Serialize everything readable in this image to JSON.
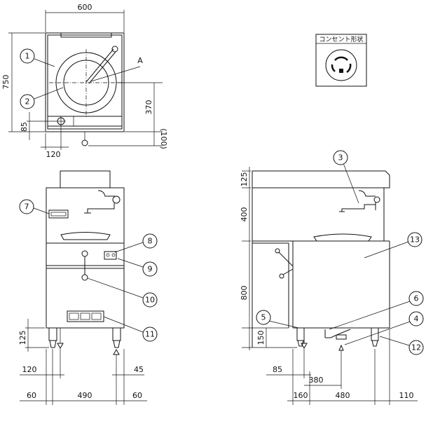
{
  "outlet": {
    "title": "コンセント形状"
  },
  "marker_a": "A",
  "callouts": [
    "1",
    "2",
    "3",
    "4",
    "5",
    "6",
    "7",
    "8",
    "9",
    "10",
    "11",
    "12",
    "13"
  ],
  "dims_top": {
    "width": "600",
    "depth": "750",
    "h370": "370",
    "h85": "85",
    "h100": "(100)",
    "w120": "120"
  },
  "dims_front": {
    "h125": "125",
    "w120": "120",
    "w45": "45",
    "w60a": "60",
    "w490": "490",
    "w60b": "60"
  },
  "dims_side": {
    "h125": "125",
    "h400": "400",
    "h800": "800",
    "h150": "150",
    "w85": "85",
    "w380": "380",
    "w160": "160",
    "w480": "480",
    "w110": "110"
  }
}
